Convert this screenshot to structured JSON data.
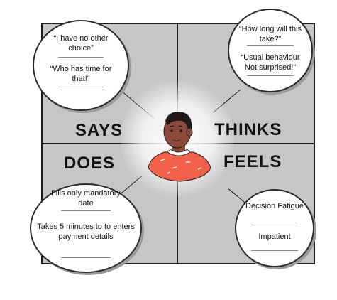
{
  "quadrants": {
    "says": "SAYS",
    "thinks": "THINKS",
    "does": "DOES",
    "feels": "FEELS"
  },
  "bubbles": {
    "says": [
      "“I have no other choice”",
      "“Who has time for that!”"
    ],
    "thinks": [
      "“How long will this take?”",
      "“Usual behaviour Not surprised!”"
    ],
    "does": [
      "Fills only mandatory date",
      "Takes 5 minutes  to to enters payment details"
    ],
    "feels": [
      "Decision Fatigue",
      "Impatient"
    ]
  },
  "colors": {
    "board": "#c6c6c6",
    "outline": "#1d1d1d",
    "shirt": "#f2624a",
    "skin": "#8b4a3b",
    "hair": "#1f1a1a"
  }
}
